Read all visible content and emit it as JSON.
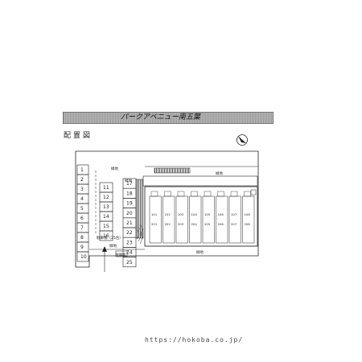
{
  "title": "パークアベニュー南五葉",
  "heading": "配置図",
  "parking_left": [
    "1",
    "2",
    "3",
    "4",
    "5",
    "6",
    "7",
    "8",
    "9",
    "10"
  ],
  "parking_middle": [
    "11",
    "12",
    "13",
    "14",
    "15",
    "16"
  ],
  "parking_right": [
    "17",
    "18",
    "19",
    "20",
    "21",
    "22",
    "23",
    "24",
    "25"
  ],
  "unit_top": [
    "101",
    "102",
    "103",
    "104",
    "105",
    "106",
    "107",
    "108"
  ],
  "unit_bottom": [
    "201",
    "202",
    "203",
    "204",
    "205",
    "206",
    "207",
    "208"
  ],
  "road_labels": {
    "top_left": "緑地",
    "top_right": "緑地",
    "middle_left": "緑地",
    "bottom": "緑地",
    "left_side": "緑地"
  },
  "bicycle_label": "駐車場（25台）",
  "entrance_label": "駐輪場",
  "watermark": "https://hokoba.co.jp/",
  "icons": {
    "north_arrow": "north-arrow-icon"
  }
}
